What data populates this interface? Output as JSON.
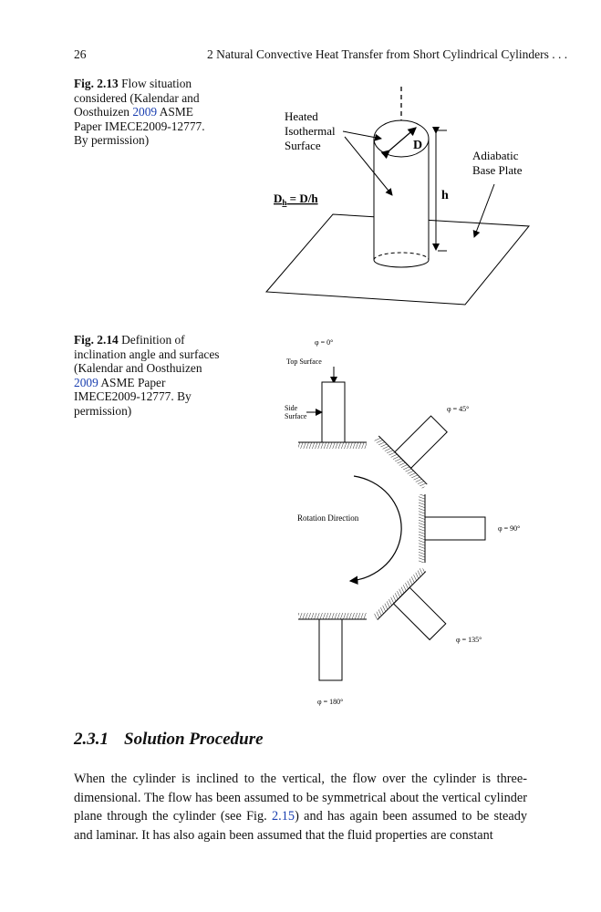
{
  "header": {
    "page_number": "26",
    "running_title": "2   Natural Convective Heat Transfer from Short Cylindrical Cylinders . . ."
  },
  "fig13": {
    "label": "Fig. 2.13",
    "caption_pre": "Flow situation considered (Kalendar and Oosthuizen ",
    "caption_year": "2009",
    "caption_post": " ASME Paper IMECE2009-12777. By permission)",
    "diagram": {
      "heated_line1": "Heated",
      "heated_line2": "Isothermal",
      "heated_line3": "Surface",
      "D": "D",
      "h": "h",
      "dh_formula": "Dh = D/h",
      "dh_main": "D",
      "dh_sub": "h",
      "dh_rest": " = D/h",
      "adiabatic_line1": "Adiabatic",
      "adiabatic_line2": "Base Plate"
    }
  },
  "fig14": {
    "label": "Fig. 2.14",
    "caption_pre": "Definition of inclination angle and surfaces (Kalendar and Oosthuizen ",
    "caption_year": "2009",
    "caption_post": " ASME Paper IMECE2009-12777. By permission)",
    "diagram": {
      "phi0": "φ = 0°",
      "phi45": "φ = 45°",
      "phi90": "φ = 90°",
      "phi135": "φ = 135°",
      "phi180": "φ = 180°",
      "top_surface": "Top Surface",
      "side_line1": "Side",
      "side_line2": "Surface",
      "rotation": "Rotation Direction"
    }
  },
  "section": {
    "number": "2.3.1",
    "title": "Solution Procedure"
  },
  "body": {
    "p1_a": "When the cylinder is inclined to the vertical, the flow over the cylinder is three-dimensional. The flow has been assumed to be symmetrical about the vertical cylinder plane through the cylinder (see Fig. ",
    "p1_ref": "2.15",
    "p1_b": ") and has again been assumed to be steady and laminar. It has also again been assumed that the fluid properties are constant"
  }
}
